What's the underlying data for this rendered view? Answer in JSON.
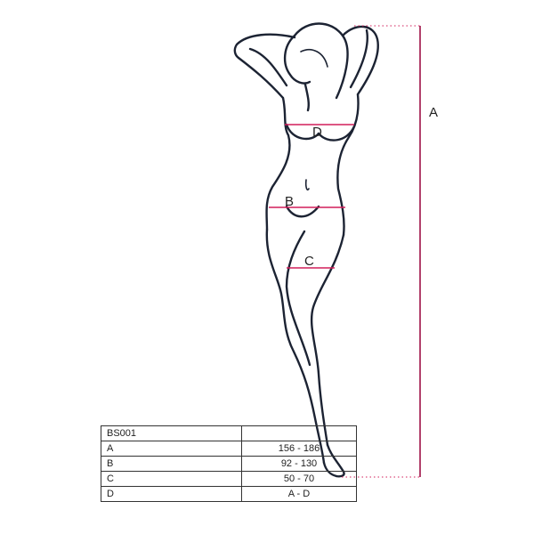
{
  "figure": {
    "labels": {
      "A": "A",
      "B": "B",
      "C": "C",
      "D": "D"
    }
  },
  "size_table": {
    "title": "BS001",
    "rows": [
      {
        "key": "A",
        "value": "156 - 186"
      },
      {
        "key": "B",
        "value": "92 - 130"
      },
      {
        "key": "C",
        "value": "50 - 70"
      },
      {
        "key": "D",
        "value": "A - D"
      }
    ]
  },
  "colors": {
    "measure_line": "#d21e5a",
    "height_bar": "#9e1248",
    "outline": "#1c2333"
  }
}
